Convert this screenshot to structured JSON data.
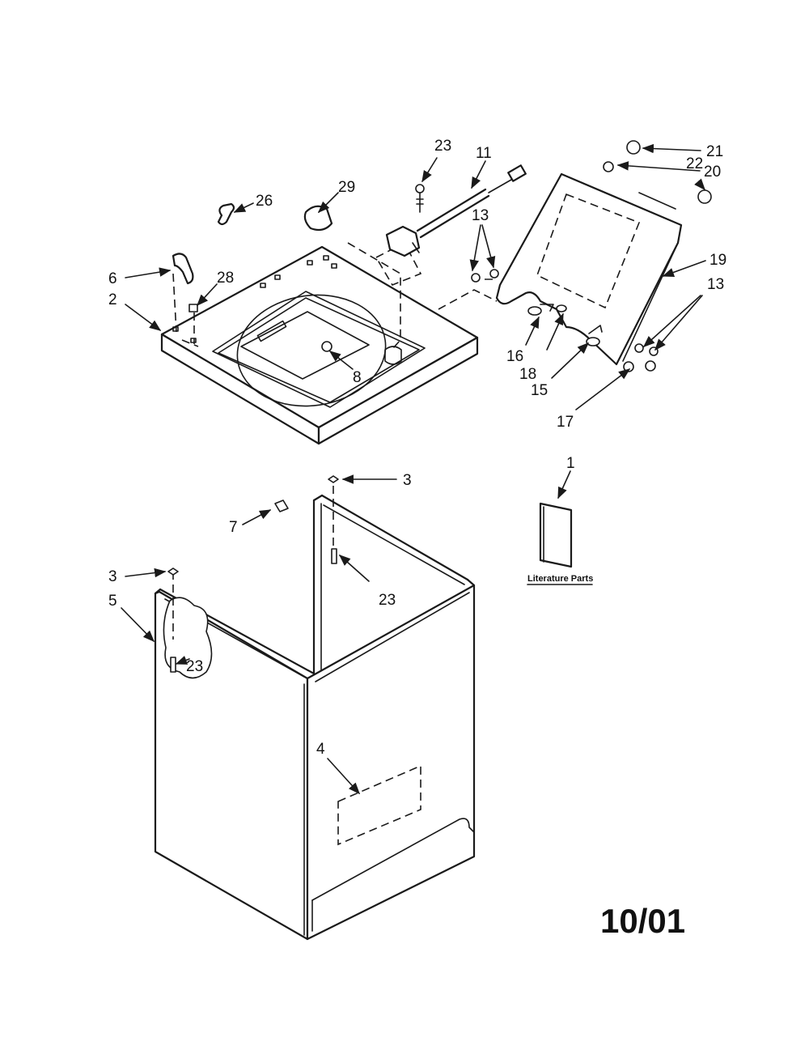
{
  "callouts": {
    "c1": "1",
    "c2": "2",
    "c3a": "3",
    "c3b": "3",
    "c4": "4",
    "c5": "5",
    "c6": "6",
    "c7": "7",
    "c8": "8",
    "c11": "11",
    "c13a": "13",
    "c13b": "13",
    "c15": "15",
    "c16": "16",
    "c17": "17",
    "c18": "18",
    "c19": "19",
    "c20": "20",
    "c21": "21",
    "c22": "22",
    "c23a": "23",
    "c23b": "23",
    "c23c": "23",
    "c26": "26",
    "c28": "28",
    "c29": "29"
  },
  "literature_label": "Literature Parts",
  "revision_date": "10/01"
}
